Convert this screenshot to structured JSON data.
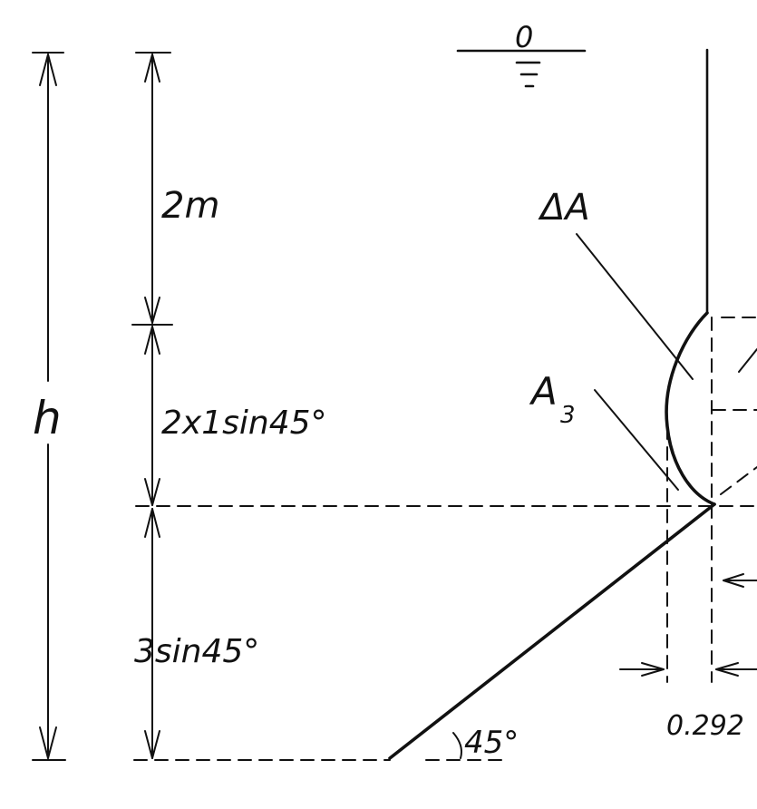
{
  "labels": {
    "h": "h",
    "top_dim": "2m",
    "mid_dim": "2x1sin45°",
    "low_dim": "3sin45°",
    "angle": "45°",
    "delta_a": "ΔA",
    "a3": "A",
    "a3_sub": "3",
    "bottom_value": "0.292",
    "surface_marker": "0"
  },
  "colors": {
    "ink": "#111111",
    "background": "#ffffff"
  }
}
